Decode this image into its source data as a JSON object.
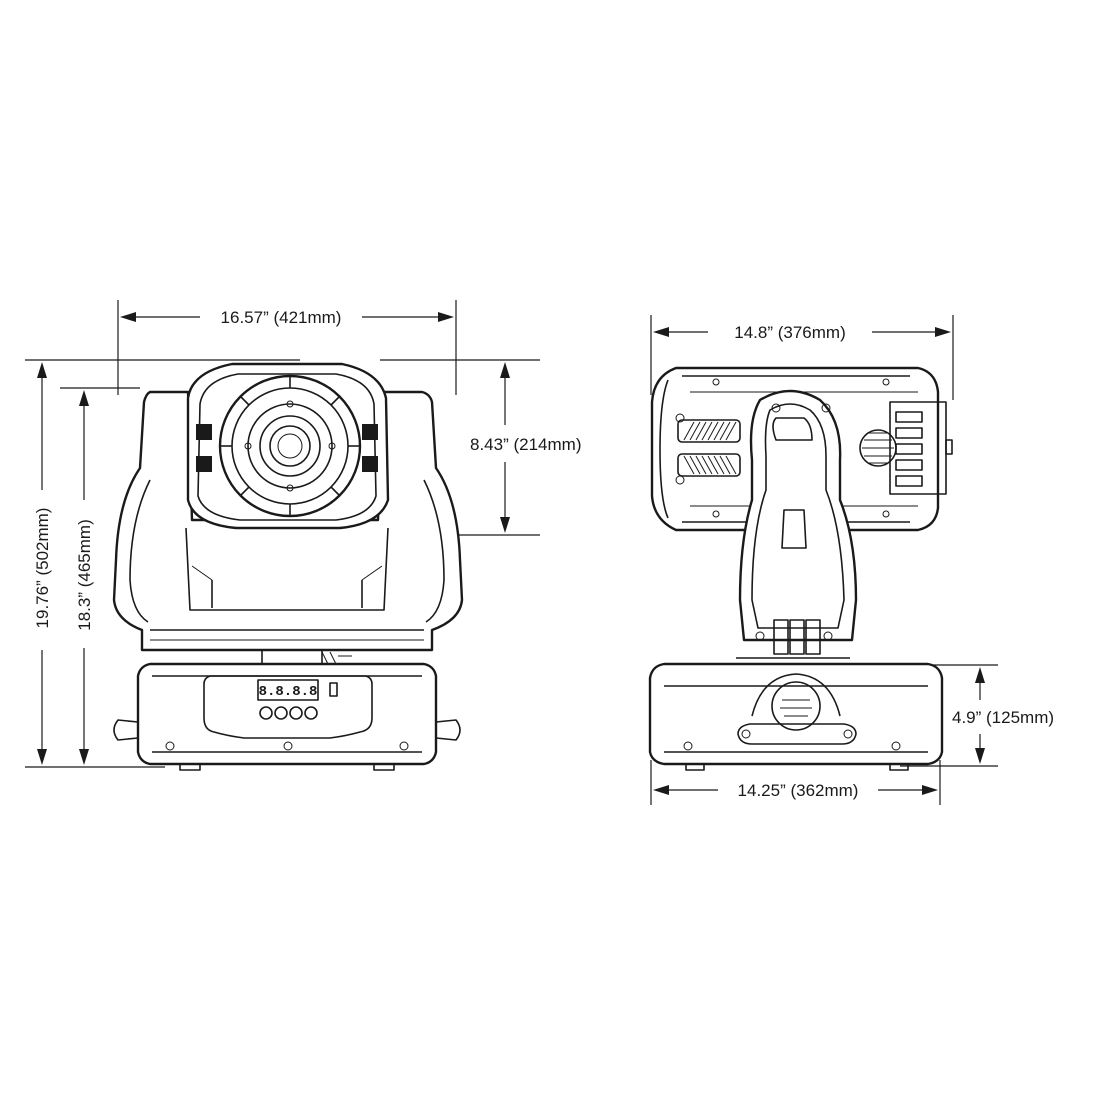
{
  "dimensions": {
    "front_width": "16.57” (421mm)",
    "front_total_height": "19.76” (502mm)",
    "front_body_height": "18.3” (465mm)",
    "front_head_height": "8.43” (214mm)",
    "side_head_width": "14.8” (376mm)",
    "side_base_width": "14.25” (362mm)",
    "side_base_height": "4.9” (125mm)"
  },
  "display_readout": "8.8.8.8"
}
